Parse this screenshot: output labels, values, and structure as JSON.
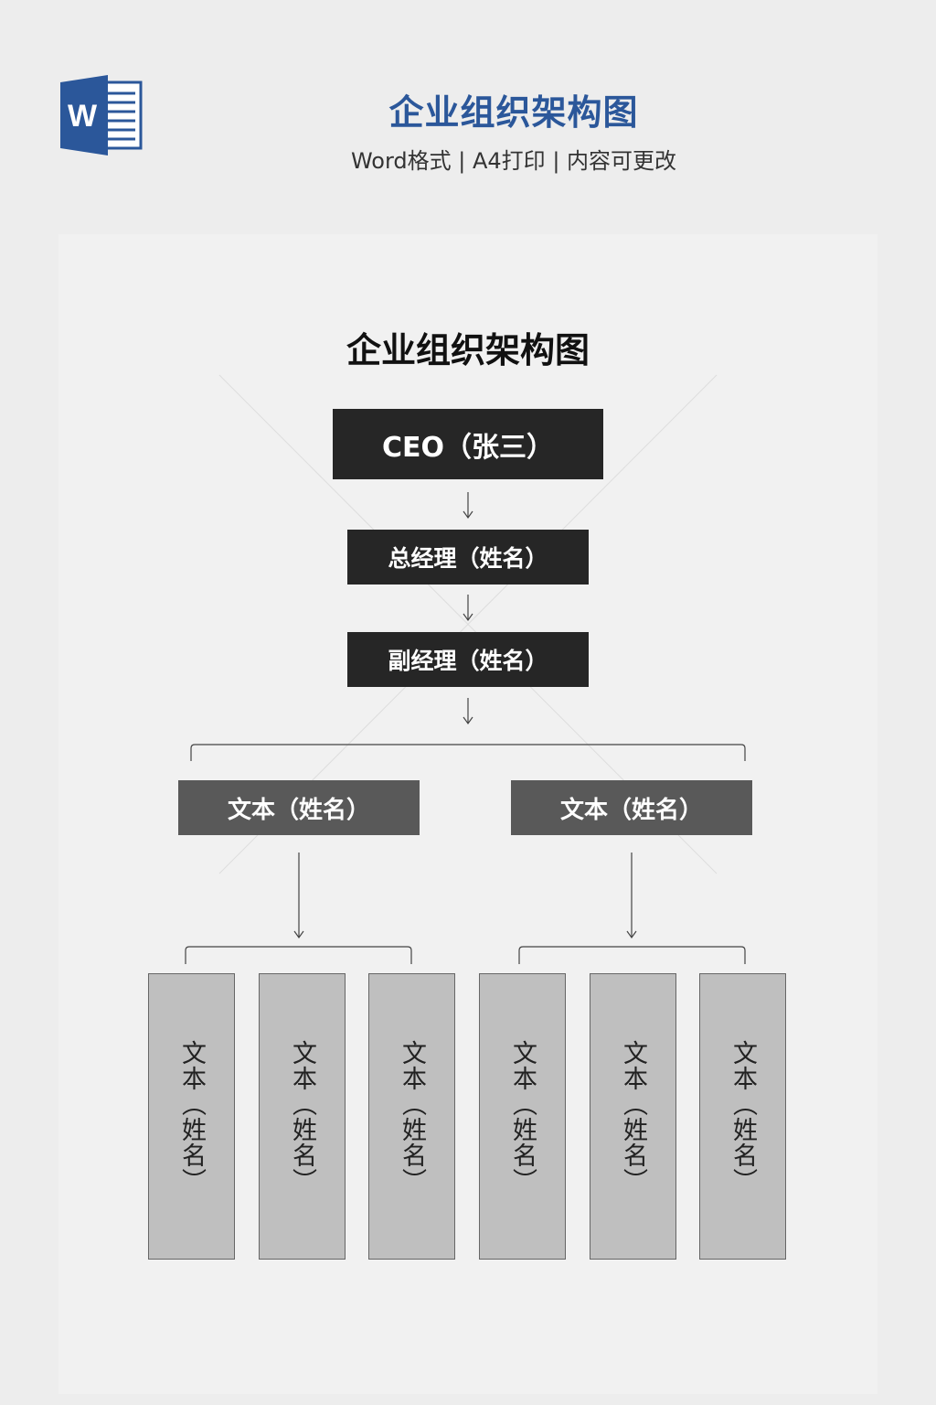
{
  "header": {
    "title": "企业组织架构图",
    "subtitle": "Word格式 | A4打印 | 内容可更改",
    "icon": "word-icon",
    "icon_letter": "W"
  },
  "document": {
    "title": "企业组织架构图",
    "ceo": "CEO（张三）",
    "gm": "总经理（姓名）",
    "deputy": "副经理（姓名）",
    "departments": [
      "文本（姓名）",
      "文本（姓名）"
    ],
    "leaves": [
      "文本（姓名）",
      "文本（姓名）",
      "文本（姓名）",
      "文本（姓名）",
      "文本（姓名）",
      "文本（姓名）"
    ]
  },
  "colors": {
    "brand": "#2b579a",
    "dark_box": "#262626",
    "mid_box": "#595959",
    "leaf_box": "#bfbfbf"
  }
}
